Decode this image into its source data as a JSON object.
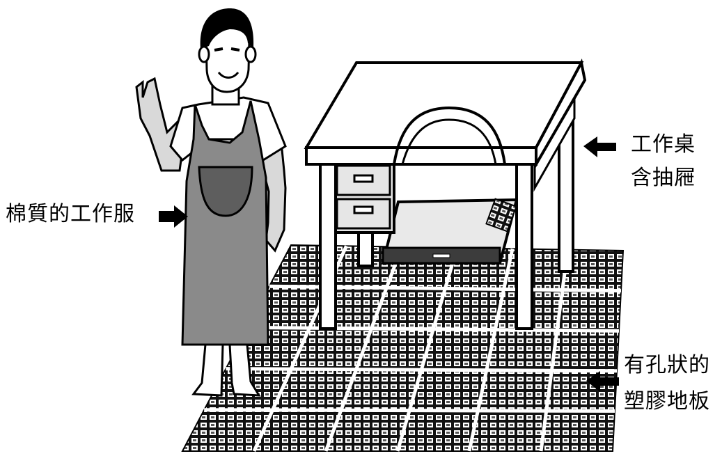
{
  "labels": {
    "uniform": "棉質的工作服",
    "desk_line1": "工作桌",
    "desk_line2": "含抽屜",
    "floor_line1": "有孔狀的",
    "floor_line2": "塑膠地板"
  },
  "colors": {
    "ink": "#000000",
    "apron_fill": "#8a8a8a",
    "pocket_fill": "#5e5e5e",
    "drawer_fill": "#e6e6e6",
    "floor_hole_fill": "#555555"
  },
  "icons": {
    "uniform_arrow": "arrow-right-icon",
    "desk_arrow": "arrow-left-icon",
    "floor_arrow": "arrow-left-icon"
  }
}
